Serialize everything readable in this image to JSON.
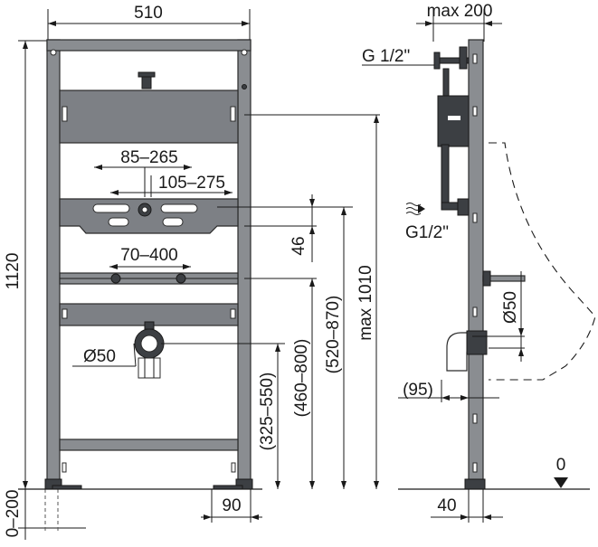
{
  "dimensions": {
    "width_total": "510",
    "height_total": "1120",
    "floor_adjust": "0–200",
    "drain_spacing": "85–265",
    "supply_spacing": "105–275",
    "bracket_spacing": "70–400",
    "bracket_height": "46",
    "foot_width": "90",
    "waste_diameter": "Ø50",
    "height_325_550": "(325–550)",
    "height_460_800": "(460–800)",
    "height_520_870": "(520–870)",
    "height_max_1010": "max 1010",
    "depth_max": "max 200",
    "inlet_thread_top": "G 1/2\"",
    "inlet_thread_side": "G1/2\"",
    "waste_diameter_side": "Ø50",
    "offset_95": "(95)",
    "frame_depth": "40",
    "floor_level": "0"
  },
  "colors": {
    "frame": "#8a8d91",
    "plate": "#7d8085",
    "dark_part": "#3c3f43",
    "line": "#1a1a1a"
  }
}
